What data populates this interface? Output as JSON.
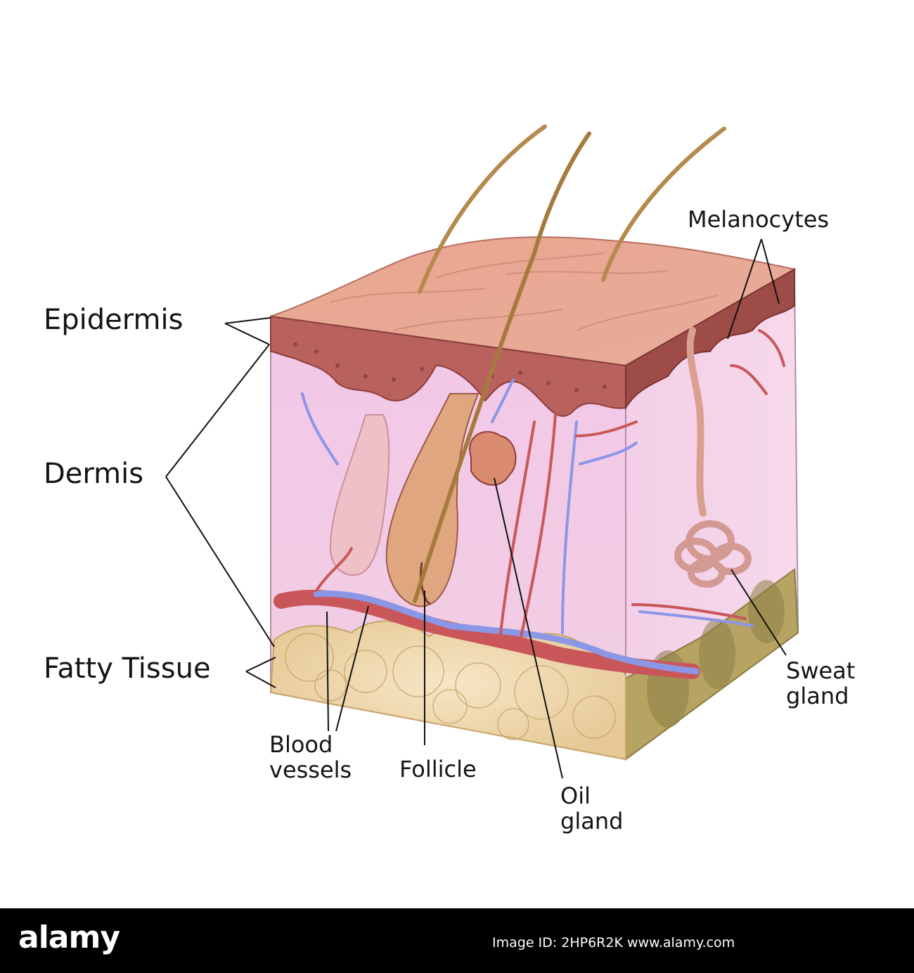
{
  "labels": {
    "epidermis": "Epidermis",
    "dermis": "Dermis",
    "fatty_tissue": "Fatty Tissue",
    "melanocytes": "Melanocytes",
    "sweat_gland": [
      "Sweat",
      "gland"
    ],
    "blood_vessels": [
      "Blood",
      "vessels"
    ],
    "follicle": "Follicle",
    "oil_gland": [
      "Oil",
      "gland"
    ]
  },
  "footer": {
    "brand": "alamy",
    "image_id_label": "Image ID:",
    "image_id": "2HP6R2K",
    "url": "www.alamy.com"
  },
  "colors": {
    "skin_surface": "#e7a48f",
    "epidermis": "#b9615c",
    "dermis": "#f1c5e6",
    "fat": "#f2dbb1",
    "artery": "#c9575a",
    "vein": "#8b96e6",
    "footer_bg": "#000000"
  }
}
